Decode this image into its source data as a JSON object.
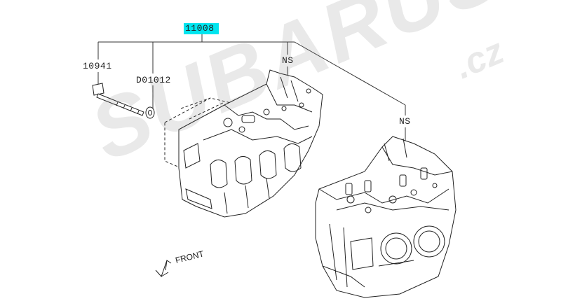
{
  "callouts": {
    "assembly": "11008",
    "bolt": "10941",
    "washer": "D01012",
    "ns_upper": "NS",
    "ns_lower": "NS"
  },
  "direction_label": "FRONT",
  "watermark": {
    "text": "SUBARUSTI",
    "suffix": ".cz"
  },
  "colors": {
    "highlight": "#00e5ef",
    "line": "#333333"
  }
}
